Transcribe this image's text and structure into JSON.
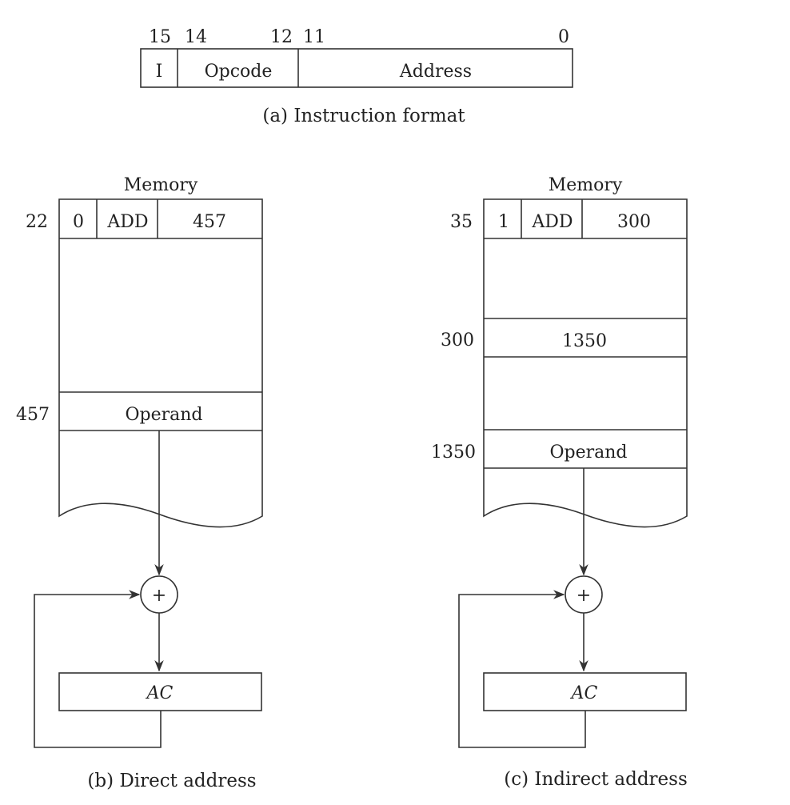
{
  "instruction_format": {
    "bit_labels": [
      "15",
      "14",
      "12",
      "11",
      "0"
    ],
    "fields": [
      "I",
      "Opcode",
      "Address"
    ],
    "caption": "(a) Instruction format"
  },
  "direct": {
    "memory_title": "Memory",
    "instruction_address": "22",
    "instruction": {
      "mode": "0",
      "opcode": "ADD",
      "address": "457"
    },
    "operand_address": "457",
    "operand_label": "Operand",
    "adder_symbol": "+",
    "register": "AC",
    "caption": "(b) Direct address"
  },
  "indirect": {
    "memory_title": "Memory",
    "instruction_address": "35",
    "instruction": {
      "mode": "1",
      "opcode": "ADD",
      "address": "300"
    },
    "pointer_address": "300",
    "pointer_value": "1350",
    "operand_address": "1350",
    "operand_label": "Operand",
    "adder_symbol": "+",
    "register": "AC",
    "caption": "(c) Indirect address"
  }
}
